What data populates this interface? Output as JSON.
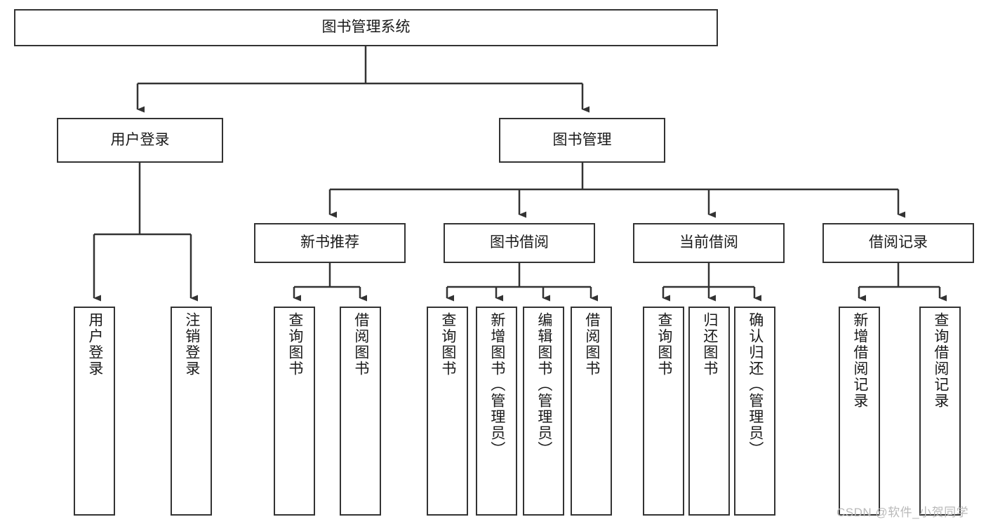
{
  "diagram": {
    "title": "图书管理系统",
    "type": "hierarchy-tree",
    "root": {
      "label": "图书管理系统"
    },
    "level1": [
      {
        "label": "用户登录"
      },
      {
        "label": "图书管理"
      }
    ],
    "level2": [
      {
        "label": "新书推荐"
      },
      {
        "label": "图书借阅"
      },
      {
        "label": "当前借阅"
      },
      {
        "label": "借阅记录"
      }
    ],
    "leaves": {
      "user_login": [
        {
          "label": "用户登录"
        },
        {
          "label": "注销登录"
        }
      ],
      "new_book": [
        {
          "label": "查询图书"
        },
        {
          "label": "借阅图书"
        }
      ],
      "book_borrow": [
        {
          "label": "查询图书"
        },
        {
          "label": "新增图书（管理员）"
        },
        {
          "label": "编辑图书（管理员）"
        },
        {
          "label": "借阅图书"
        }
      ],
      "current_borrow": [
        {
          "label": "查询图书"
        },
        {
          "label": "归还图书"
        },
        {
          "label": "确认归还（管理员）"
        }
      ],
      "borrow_record": [
        {
          "label": "新增借阅记录"
        },
        {
          "label": "查询借阅记录"
        }
      ]
    }
  },
  "watermark": {
    "text": "CSDN @软件_小贺同学"
  },
  "colors": {
    "stroke": "#333333",
    "background": "#ffffff",
    "text": "#1a1a1a",
    "watermark": "#b9b9b9"
  }
}
